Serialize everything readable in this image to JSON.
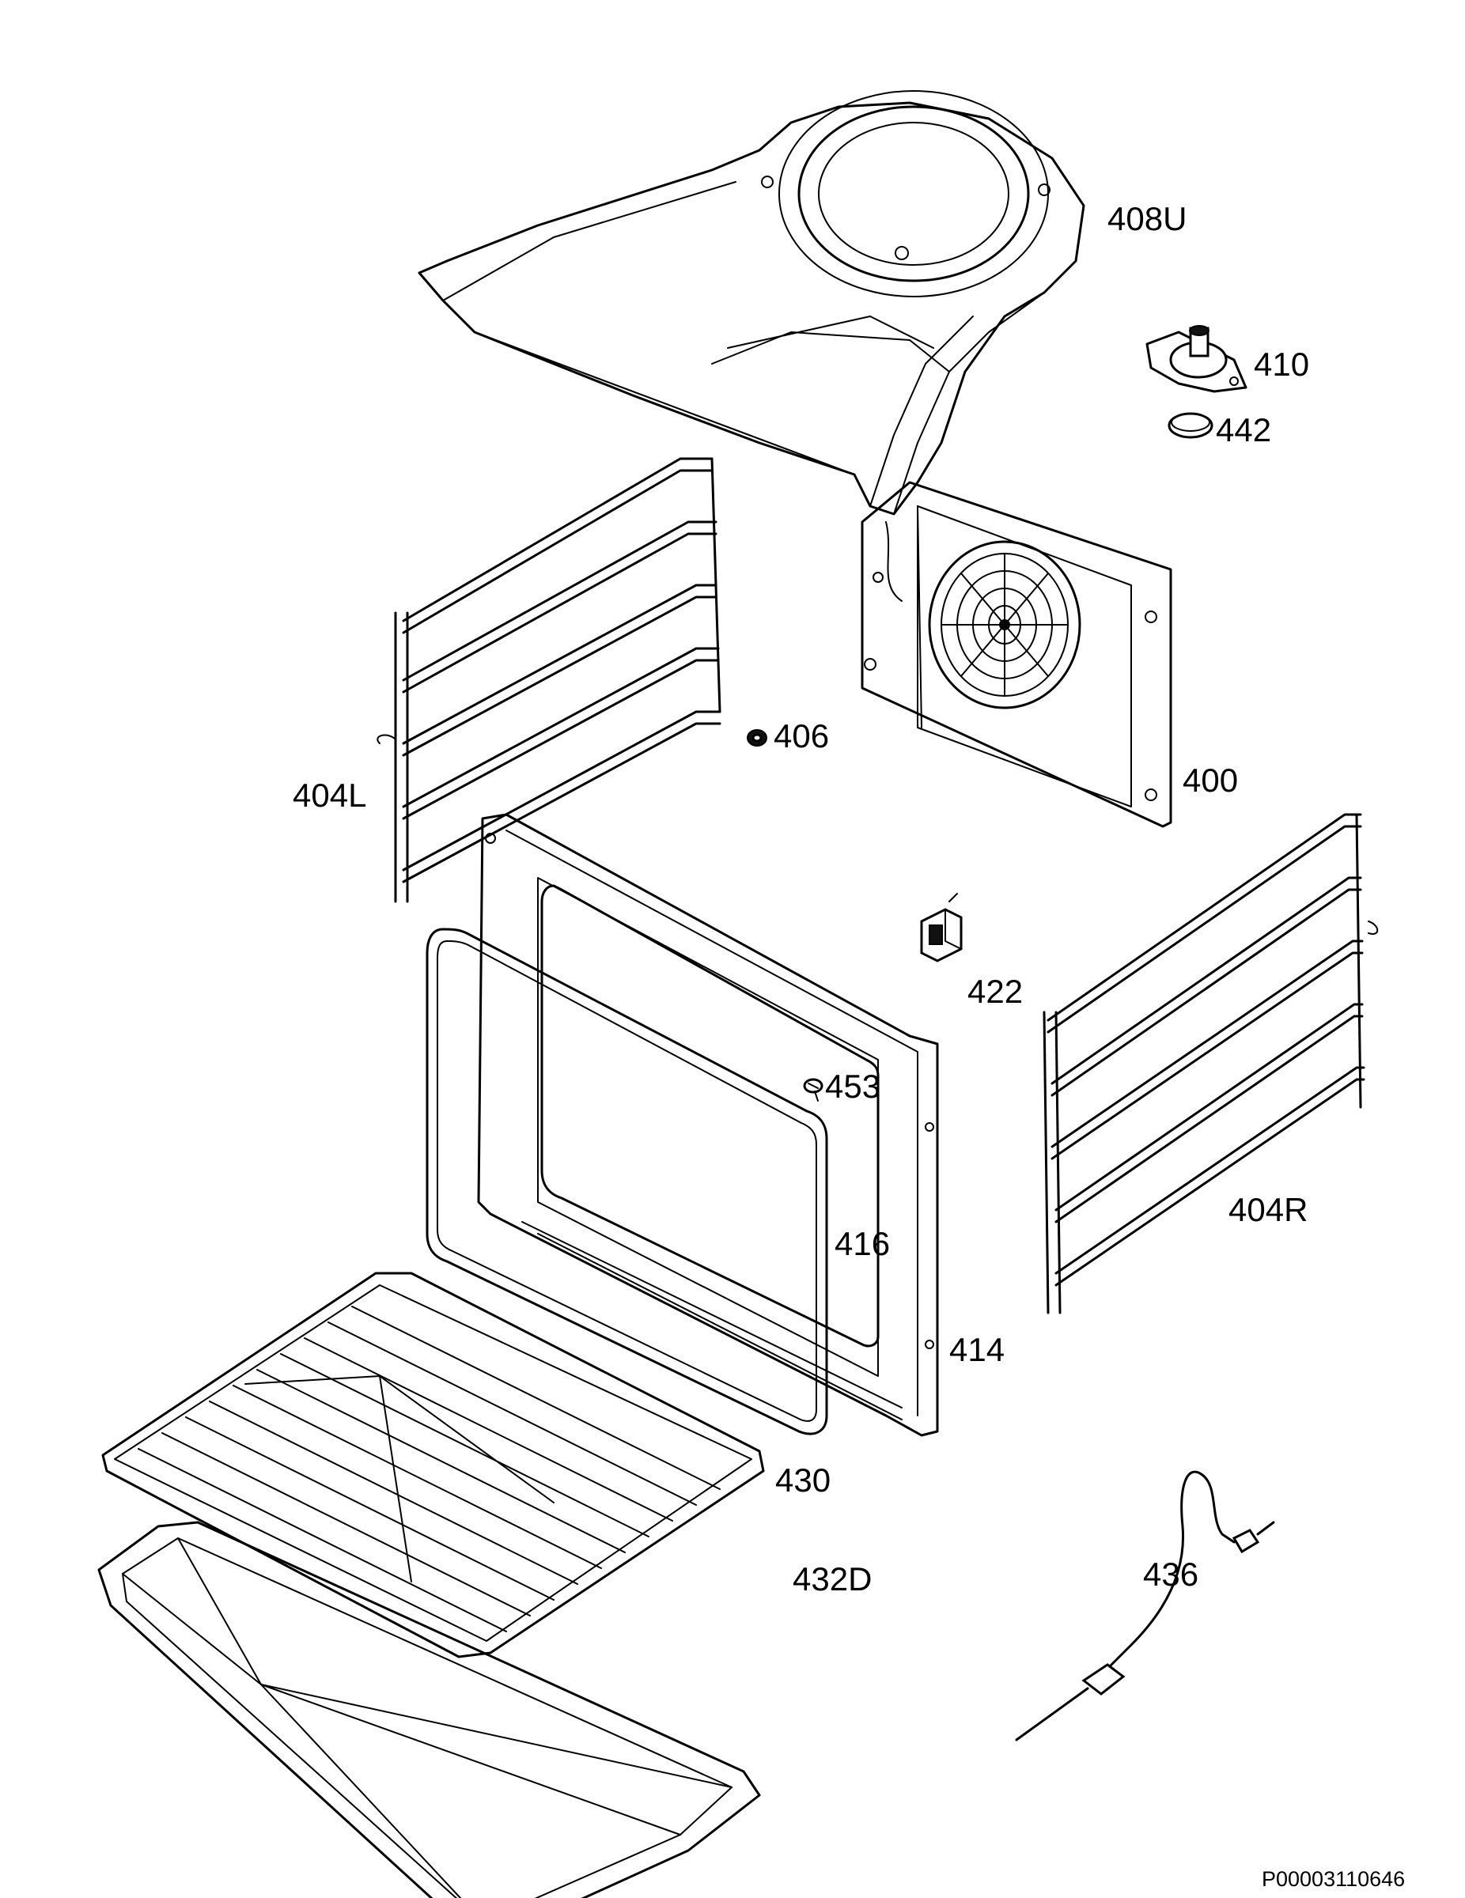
{
  "labels": {
    "p408U": "408U",
    "p410": "410",
    "p442": "442",
    "p406": "406",
    "p400": "400",
    "p404L": "404L",
    "p422": "422",
    "p453": "453",
    "p404R": "404R",
    "p416": "416",
    "p414": "414",
    "p430": "430",
    "p432D": "432D",
    "p436": "436"
  },
  "document_id": "P00003110646"
}
